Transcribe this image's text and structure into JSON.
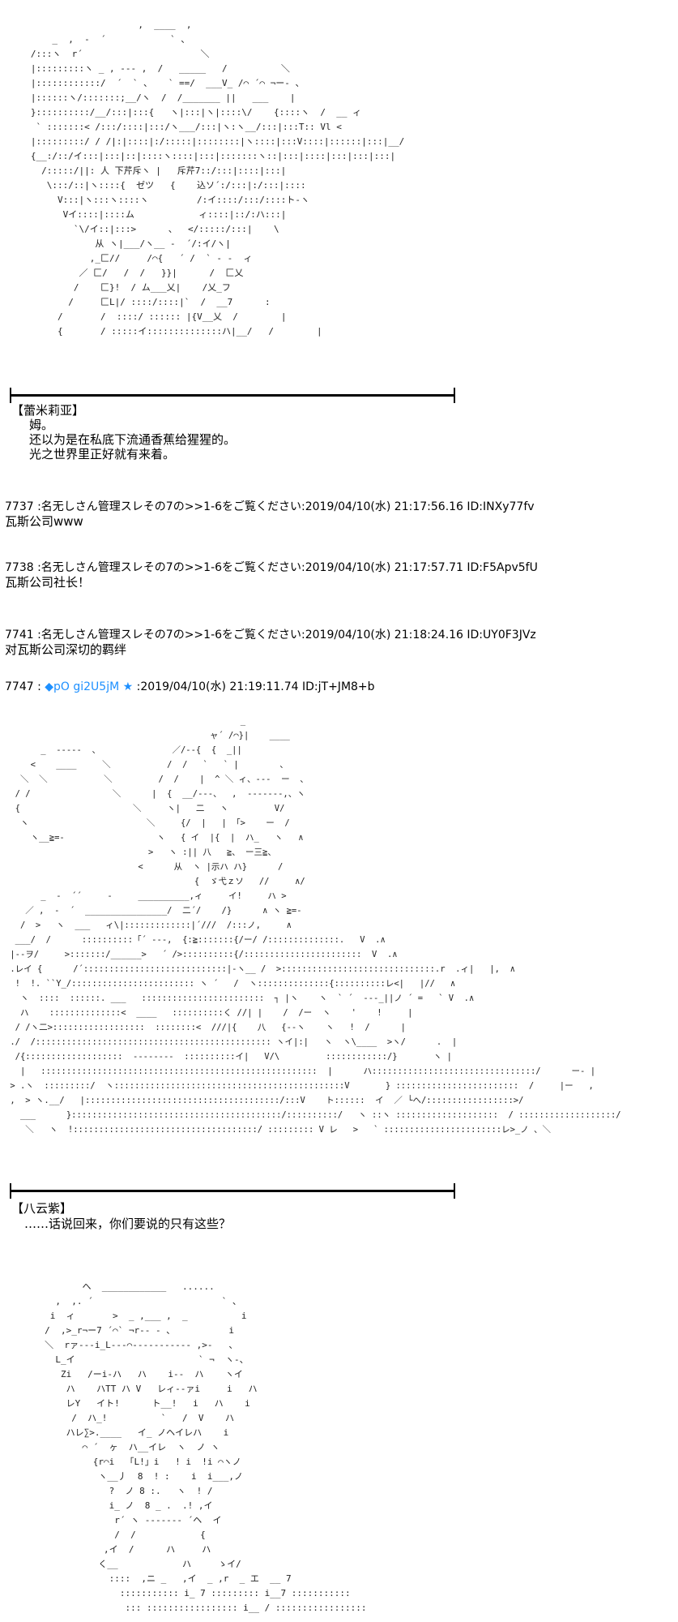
{
  "aa_remilia": [
    "                       ,  ____  ,",
    "       _  ,  -  ´            ` 、",
    "   /:::ヽ  r´                      ＼",
    "   |:::::::::ヽ _ , --- ,  /   _____   /          ＼",
    "   |::::::::::::/  ´  ` 、   ` ==/  ___V_ /⌒ ´⌒ ¬ー- 、",
    "   |::::::ヽ/:::::::;__/ヽ  /  /_______ ||   ___    |",
    "   }::::::::::/__/:::|:::{   ヽ|:::|ヽ|::::\\/    {::::ヽ  /  __ ィ",
    "    ` :::::::< /:::/::::|:::/ヽ___/:::|ヽ:ヽ__/:::|:::T:: Vl <",
    "   |:::::::::/ / /|:|::::|:/:::::|::::::::|ヽ::::|:::V::::|::::::|:::|__/",
    "   {__:/::/イ:::|:::|::|::::ヽ::::|:::|:::::::ヽ::|:::|::::|:::|:::|:::|",
    "     /:::::/||: 人 下芹斥ヽ |   斥芹7::/:::|::::|:::|",
    "      \\:::/::|ヽ::::{  ゼツ   {    込ソ´:/:::|:/:::|::::",
    "        V:::|ヽ:::ヽ::::ヽ         /:イ::::/:::/::::ト-ヽ",
    "         Vイ::::|::::ム            ィ::::|::/:ハ:::|",
    "           `\\/イ::|:::>      、  </:::::/:::|    \\",
    "               从 ヽ|___/ヽ__ -  ´/:イ/ヽ|",
    "              ,_匚//     /⌒{   ´ /  ` ‐ -  ィ",
    "            ／ 匚/   /  /   }}|      /  匚乂",
    "           /    匚}!  / ム___乂|    /乂_フ",
    "          /     匚L|/ ::::/::::|`  /  __7      :",
    "        /       /  ::::/ :::::: |{V__乂  /        |",
    "        {       / :::::イ::::::::::::::ハ|__/   /        |"
  ],
  "post_main_1": {
    "speaker": "【蕾米莉亚】",
    "lines": [
      "姆。",
      "还以为是在私底下流通香蕉给猩猩的。",
      "光之世界里正好就有来着。"
    ]
  },
  "replies": [
    {
      "header": "7737 :名无しさん管理スレその7の>>1-6をご覧ください:2019/04/10(水) 21:17:56.16 ID:INXy77fv",
      "body": "瓦斯公司www"
    },
    {
      "header": "7738 :名无しさん管理スレその7の>>1-6をご覧ください:2019/04/10(水) 21:17:57.71 ID:F5Apv5fU",
      "body": "瓦斯公司社长！"
    },
    {
      "header": "7741 :名无しさん管理スレその7の>>1-6をご覧ください:2019/04/10(水) 21:18:24.16 ID:UY0F3JVz",
      "body": "对瓦斯公司深切的羁绊"
    }
  ],
  "post_7747": {
    "number": "7747 : ",
    "tripcode": "◆pO gi2U5jM ★",
    "meta": " :2019/04/10(水) 21:19:11.74 ID:jT+JM8+b"
  },
  "aa_yukari": [
    "                                              _",
    "                                        ャ´ /⌒}|    ____",
    "       _  -----  、              ／/--{  {  _||",
    "     <    ____     ＼           /  /   `   ` |        、",
    "   ＼  ＼           ＼         /  /    |  ^ ＼ ィ、---  ー  、",
    "  / /                ＼      |  {  __/---、  ,  -------,、ヽ",
    "  {                      ＼     ヽ|   二   ヽ         V/",
    "   ヽ                       ＼     {/  |   | 「>    ー  /",
    "     ヽ__≧=-                  ヽ   { イ  |{  |  ハ_   ヽ   ∧",
    "                            >   ヽ :|| 八   ≧、 ー三≧、",
    "                          <      从  ヽ |示ハ ハ}      /",
    "                                     {  ゞ弋ｚソ   //     ∧/",
    "       _  -  ´´     ‐     __________,ィ     イ!     ハ >",
    "    ／ ,  -  ´  ________________/  二´/    /}      ∧ ヽ ≧=-",
    "   /  >   ヽ  ___   ィ\\|:::::::::::::|´///  /:::ノ,     ∧",
    "  ___/  /      ::::::::::「´ ---,  {:≧:::::::{/ー/ /::::::::::::::.   V  .∧",
    " |--ヲ/     >:::::::/______>   ´ />::::::::::{/:::::::::::::::::::::::  V  .∧",
    " .レイ {      /´::::::::::::::::::::::::::::|-ヽ__ /  >::::::::::::::::::::::::::::::.r  .ィ|   |,  ∧",
    "  !  !. ``Y_/:::::::::::::::::::::::: ヽ ´   /  ヽ::::::::::::::{::::::::::レ<|   |//   ∧",
    "   ヽ  ::::  ::::::. ___   ::::::::::::::::::::::::  ┐ |ヽ    ヽ  ` ´  ---_||ノ ´ =   ` V  .∧",
    "   ハ    ::::::::::::::<  ____   ::::::::::く //| |    /  /ー  ヽ    '    !     |",
    "  / /ヽ二>::::::::::::::::::  ::::::::<  ///|{    八   {--ヽ    ヽ   !  /      |",
    " ./  /:::::::::::::::::::::::::::::::::::::::::::::: ヽイ|:|   ヽ  ヽ\\____  >ヽ/      .  |",
    "  /{:::::::::::::::::::  --------  ::::::::::イ|   V/\\         ::::::::::::/}       ヽ |",
    "   |   ::::::::::::::::::::::::::::::::::::::::::::::::::::::  |      ハ::::::::::::::::::::::::::::::::/      ー- |",
    " > .ヽ  :::::::::/  ヽ:::::::::::::::::::::::::::::::::::::::::::::V       } ::::::::::::::::::::::::  /     |ー   ,",
    " ,  > ヽ.__/   |::::::::::::::::::::::::::::::::::::::/:::V    ト::::::  イ  ／ └へ/:::::::::::::::::>/",
    "   ___      }:::::::::::::::::::::::::::::::::::::::::/::::::::::/   ヽ ::ヽ ::::::::::::::::::::  / :::::::::::::::::::/",
    "    ＼   ヽ  !::::::::::::::::::::::::::::::::::::/ ::::::::: V レ   >   ` :::::::::::::::::::::::レ>_ノ 、＼"
  ],
  "post_main_2": {
    "speaker": "【八云紫】",
    "lines": [
      "……话说回来，你们要说的只有这些？"
    ]
  },
  "aa_chibi": [
    "            ヘ  ____________   ......",
    "       ,  ,. ´                        ` 、",
    "      i  ィ       >  _ ,___ ,  _          i",
    "     /  ,>_r¬ー7 ´⌒` ¬r-- - 、          i",
    "     ＼  rァ---i_L---⌒----------- ,>-   、",
    "       L_イ                       ` ¬  ヽ-、",
    "        Zi   /ーi-ハ   ハ    i--  ハ    ヽイ",
    "         ハ    ハTT ハ V   レィ--ァi     i   ハ",
    "         レY   イト!      ト__!   i   ハ    i",
    "          /  ハ_!          `   /  V    ハ",
    "         ハレ∑>.____   イ_ ノヘイレハ    i",
    "            ⌒ ´  ヶ  ハ__イレ  ヽ  ノ ヽ",
    "              {r⌒i  「L!」i   ! i  !i ⌒ヽノ",
    "               ヽ__丿  8  ! :    i  i___,ノ",
    "                 ?  ノ 8 :.   ヽ  ! /",
    "                 i_ ノ  8 _ .  .! ,イ",
    "                  r´ ヽ ------- ´ヘ  イ",
    "                  /  /            {",
    "                ,イ  /      ハ     ハ",
    "               く__            ハ     ゝイ/",
    "                 ::::  ,ニ _   ,イ  _ ,r  _ エ  __ 7",
    "                   ::::::::::: i_ 7 ::::::::: i__7 :::::::::::",
    "                    ::: ::::::::::::::::: i__ / :::::::::::::::::"
  ]
}
